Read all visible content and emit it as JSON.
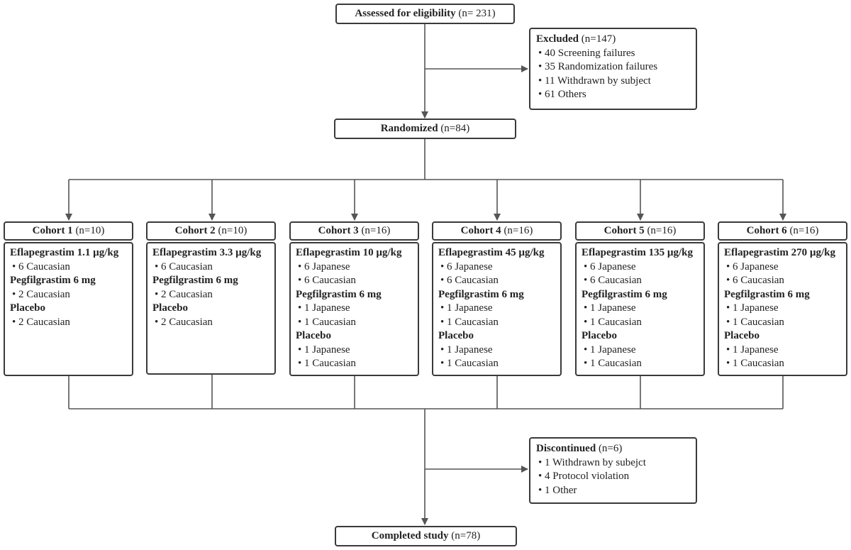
{
  "assessed": {
    "label": "Assessed for eligibility",
    "count": "(n= 231)"
  },
  "excluded": {
    "label": "Excluded",
    "count": "(n=147)",
    "items": [
      "40 Screening failures",
      "35 Randomization failures",
      "11 Withdrawn by subject",
      "61 Others"
    ]
  },
  "randomized": {
    "label": "Randomized",
    "count": "(n=84)"
  },
  "cohorts": [
    {
      "title": "Cohort 1",
      "count": "(n=10)",
      "groups": [
        {
          "name": "Eflapegrastim 1.1 µg/kg",
          "items": [
            "6 Caucasian"
          ]
        },
        {
          "name": "Pegfilgrastim 6 mg",
          "items": [
            "2 Caucasian"
          ]
        },
        {
          "name": "Placebo",
          "items": [
            "2 Caucasian"
          ]
        }
      ]
    },
    {
      "title": "Cohort 2",
      "count": "(n=10)",
      "groups": [
        {
          "name": "Eflapegrastim 3.3 µg/kg",
          "items": [
            "6 Caucasian"
          ]
        },
        {
          "name": "Pegfilgrastim 6 mg",
          "items": [
            "2 Caucasian"
          ]
        },
        {
          "name": "Placebo",
          "items": [
            "2 Caucasian"
          ]
        }
      ]
    },
    {
      "title": "Cohort 3",
      "count": "(n=16)",
      "groups": [
        {
          "name": "Eflapegrastim 10 µg/kg",
          "items": [
            "6 Japanese",
            "6 Caucasian"
          ]
        },
        {
          "name": "Pegfilgrastim 6 mg",
          "items": [
            "1 Japanese",
            "1 Caucasian"
          ]
        },
        {
          "name": "Placebo",
          "items": [
            "1 Japanese",
            "1 Caucasian"
          ]
        }
      ]
    },
    {
      "title": "Cohort 4",
      "count": "(n=16)",
      "groups": [
        {
          "name": "Eflapegrastim 45 µg/kg",
          "items": [
            "6 Japanese",
            "6 Caucasian"
          ]
        },
        {
          "name": "Pegfilgrastim 6 mg",
          "items": [
            "1 Japanese",
            "1 Caucasian"
          ]
        },
        {
          "name": "Placebo",
          "items": [
            "1 Japanese",
            "1 Caucasian"
          ]
        }
      ]
    },
    {
      "title": "Cohort 5",
      "count": "(n=16)",
      "groups": [
        {
          "name": "Eflapegrastim 135 µg/kg",
          "items": [
            "6 Japanese",
            "6 Caucasian"
          ]
        },
        {
          "name": "Pegfilgrastim 6 mg",
          "items": [
            "1 Japanese",
            "1 Caucasian"
          ]
        },
        {
          "name": "Placebo",
          "items": [
            "1 Japanese",
            "1 Caucasian"
          ]
        }
      ]
    },
    {
      "title": "Cohort 6",
      "count": "(n=16)",
      "groups": [
        {
          "name": "Eflapegrastim 270 µg/kg",
          "items": [
            "6 Japanese",
            "6 Caucasian"
          ]
        },
        {
          "name": "Pegfilgrastim 6 mg",
          "items": [
            "1 Japanese",
            "1 Caucasian"
          ]
        },
        {
          "name": "Placebo",
          "items": [
            "1 Japanese",
            "1 Caucasian"
          ]
        }
      ]
    }
  ],
  "discontinued": {
    "label": "Discontinued",
    "count": "(n=6)",
    "items": [
      "1 Withdrawn by subejct",
      "4 Protocol violation",
      "1 Other"
    ]
  },
  "completed": {
    "label": "Completed study",
    "count": "(n=78)"
  }
}
